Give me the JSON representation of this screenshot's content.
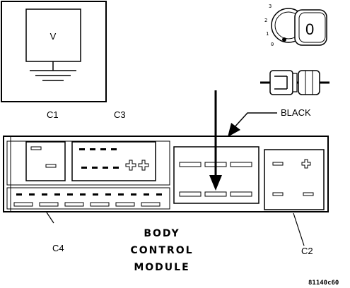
{
  "meter": {
    "symbol": "V"
  },
  "ignition": {
    "positions": [
      "3",
      "2",
      "1",
      "0"
    ],
    "key_label": "0"
  },
  "labels": {
    "wire_color": "BLACK",
    "c1": "C1",
    "c2": "C2",
    "c3": "C3",
    "c4": "C4",
    "module_line1": "BODY",
    "module_line2": "CONTROL",
    "module_line3": "MODULE",
    "figure_code": "81140c60"
  }
}
